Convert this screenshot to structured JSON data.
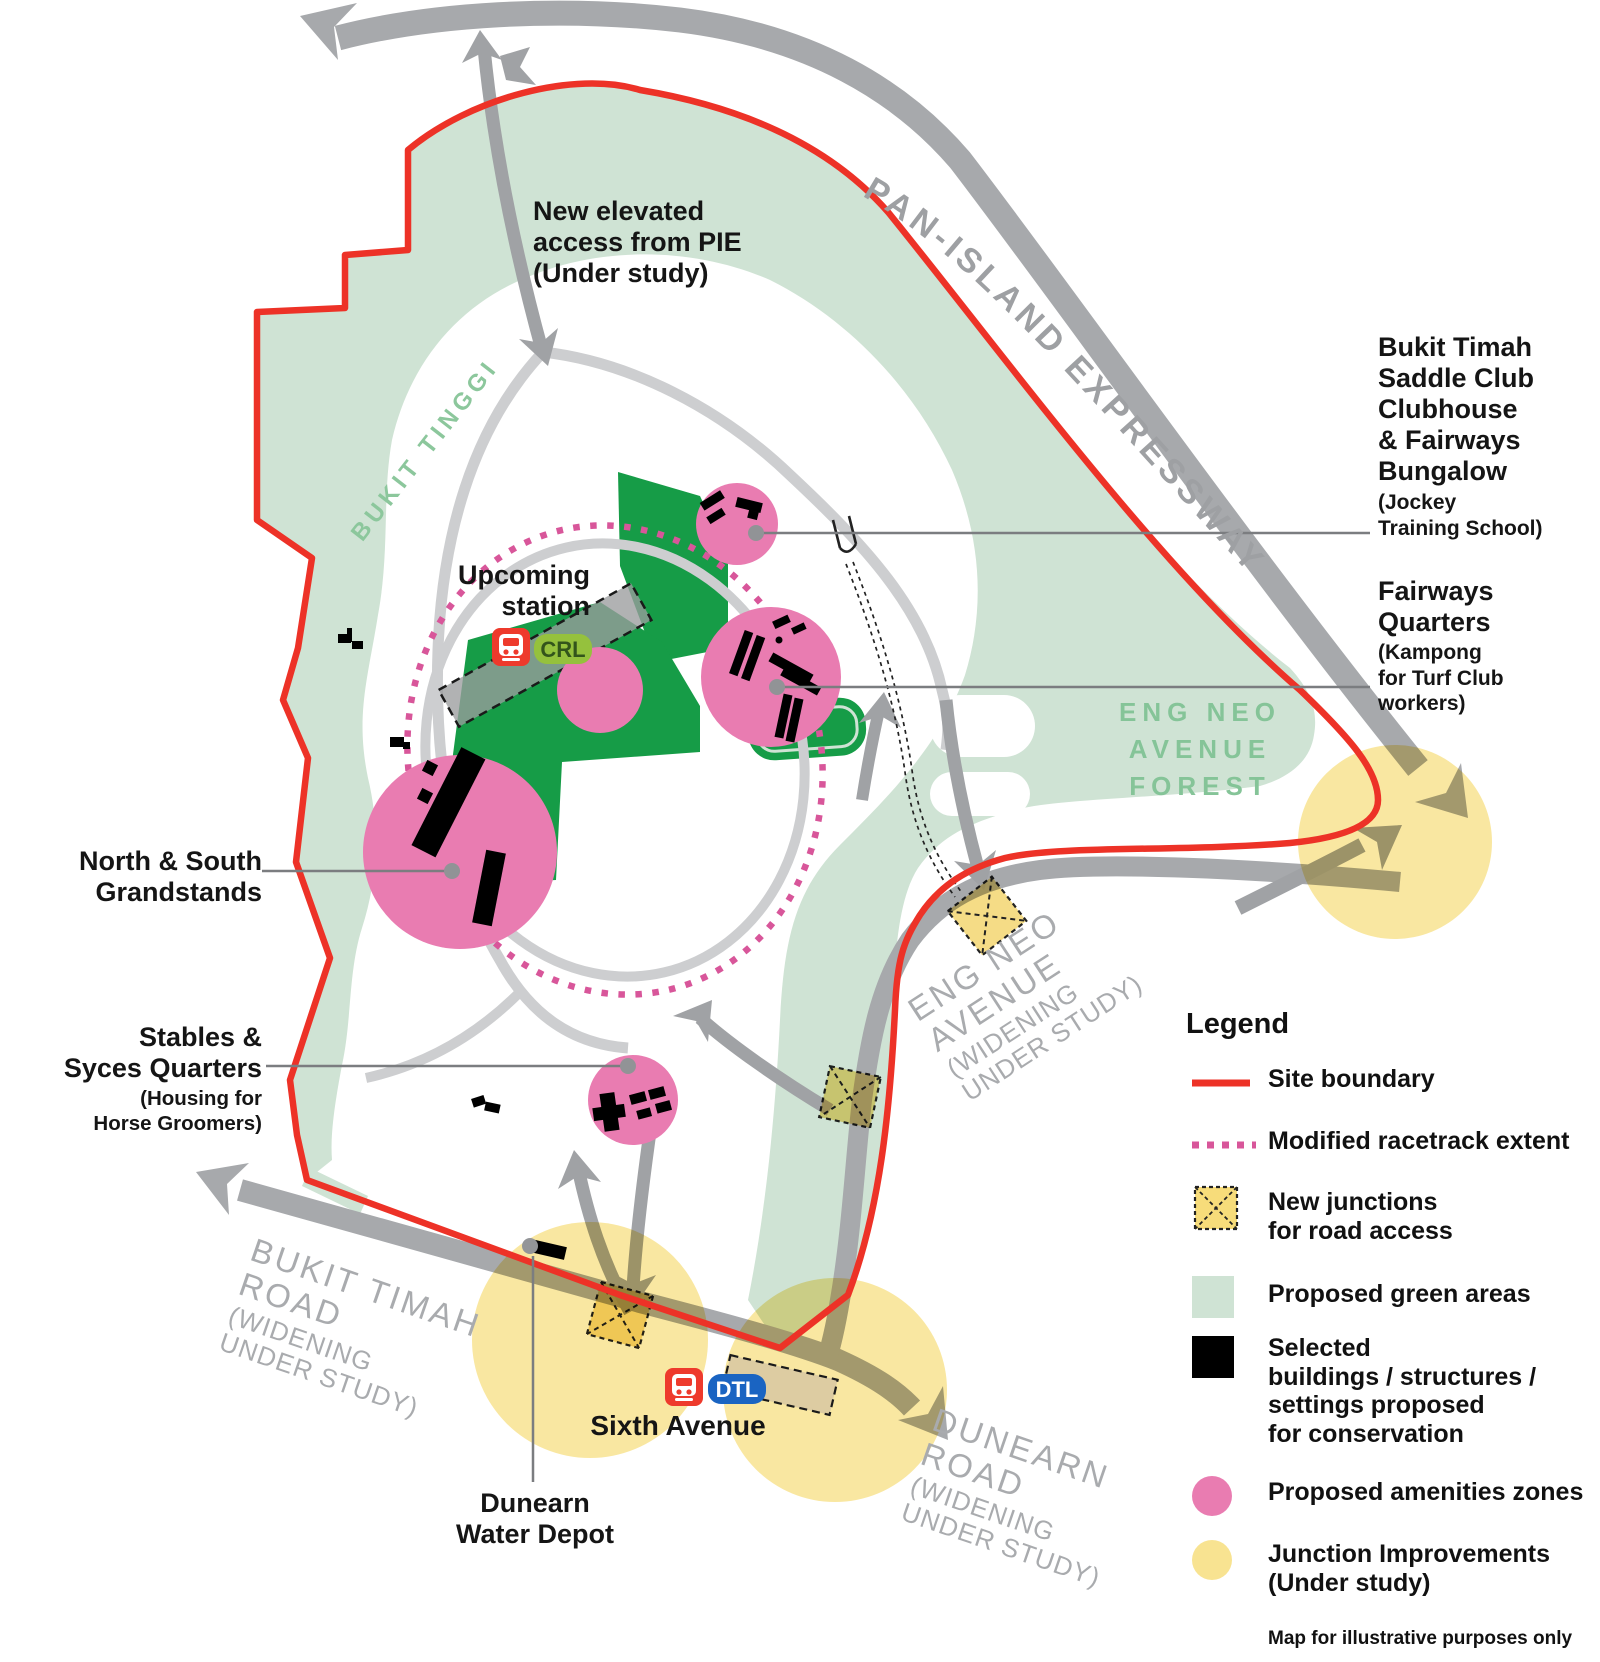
{
  "map": {
    "labels": {
      "pan_island": "PAN-ISLAND EXPRESSWAY",
      "new_access": "New elevated\naccess from PIE\n(Under study)",
      "upcoming_station": "Upcoming\nstation",
      "bukit_tinggi": "BUKIT TINGGI",
      "eng_neo_forest": "ENG NEO\nAVENUE\nFOREST",
      "saddle_club_title": "Bukit Timah\nSaddle Club\nClubhouse\n& Fairways\nBungalow",
      "saddle_club_sub": "(Jockey\nTraining School)",
      "fairways_title": "Fairways\nQuarters",
      "fairways_sub": "(Kampong\nfor Turf Club\nworkers)",
      "grandstands": "North & South\nGrandstands",
      "stables_title": "Stables &\nSyces Quarters",
      "stables_sub": "(Housing for\nHorse Groomers)",
      "eng_neo_name": "ENG NEO\nAVENUE",
      "eng_neo_sub": "(WIDENING\nUNDER STUDY)",
      "bukit_timah_name": "BUKIT TIMAH\nROAD",
      "bukit_timah_sub": "(WIDENING\nUNDER STUDY)",
      "dunearn_name": "DUNEARN\nROAD",
      "dunearn_sub": "(WIDENING\nUNDER STUDY)",
      "sixth_avenue": "Sixth Avenue",
      "water_depot": "Dunearn\nWater Depot"
    },
    "badges": {
      "crl": "CRL",
      "dtl": "DTL"
    }
  },
  "legend": {
    "title": "Legend",
    "items": [
      {
        "key": "site_boundary",
        "label": "Site boundary"
      },
      {
        "key": "racetrack",
        "label": "Modified racetrack extent"
      },
      {
        "key": "new_junctions",
        "label": "New junctions\nfor road access"
      },
      {
        "key": "green_areas",
        "label": "Proposed green areas"
      },
      {
        "key": "conservation",
        "label": "Selected\nbuildings / structures /\nsettings proposed\nfor conservation"
      },
      {
        "key": "amenities",
        "label": "Proposed amenities zones"
      },
      {
        "key": "junction_improvements",
        "label": "Junction Improvements\n(Under study)"
      }
    ],
    "note": "Map for illustrative purposes only"
  },
  "colors": {
    "site_boundary": "#ED3227",
    "racetrack_dotted": "#D8569A",
    "green_area": "#CFE3D4",
    "dark_green": "#169C47",
    "amenities_pink": "#E97CB1",
    "junction_yellow": "#F8E391",
    "junction_box": "#F3D671",
    "conservation_black": "#000000",
    "road_gray": "#A7A9AC",
    "crl_green": "#95C13D",
    "dtl_blue": "#1A64C2",
    "train_red": "#EE3A2C"
  }
}
